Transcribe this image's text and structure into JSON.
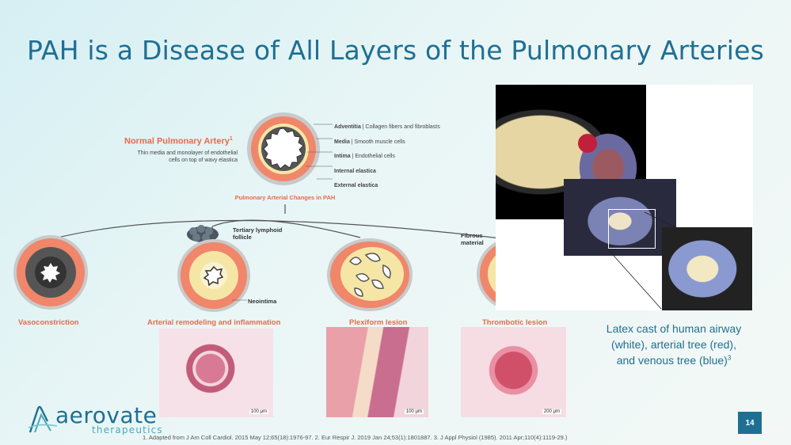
{
  "slide": {
    "title": "PAH is a Disease of All Layers of the Pulmonary Arteries",
    "page_number": "14",
    "footer": "1. Adapted from J Am Coll Cardiol. 2015 May 12;65(18):1976-97. 2. Eur Respir J. 2019 Jan 24;53(1):1801887. 3. J Appl Physiol (1985). 2011 Apr;110(4):1119-29.)"
  },
  "diagram": {
    "normal_title": "Normal Pulmonary Artery",
    "normal_title_sup": "1",
    "normal_desc_line1": "Thin media and monolayer of endothelial",
    "normal_desc_line2": "cells on top of wavy elastica",
    "layers": [
      {
        "name": "Adventitia",
        "desc": " | Collagen fibers and fibroblasts"
      },
      {
        "name": "Media",
        "desc": " | Smooth muscle cells"
      },
      {
        "name": "Intima",
        "desc": " | Endothelial cells"
      },
      {
        "name": "Internal elastica",
        "desc": ""
      },
      {
        "name": "External elastica",
        "desc": ""
      }
    ],
    "changes_title": "Pulmonary Arterial Changes in PAH",
    "tertiary_label_line1": "Tertiary lymphoid",
    "tertiary_label_line2": "follicle",
    "fibrous_label_line1": "Fibrous",
    "fibrous_label_line2": "material",
    "neointima_label": "Neointima",
    "changes": [
      {
        "label": "Vasoconstriction"
      },
      {
        "label": "Arterial remodeling and inflammation"
      },
      {
        "label": "Plexiform lesion"
      },
      {
        "label": "Thrombotic lesion"
      }
    ],
    "scale_bars": [
      "100 μm",
      "100 μm",
      "200 μm"
    ]
  },
  "image_caption": {
    "line1": "Latex cast of human airway",
    "line2": "(white), arterial tree (red),",
    "line3": "and venous tree (blue)",
    "sup": "3"
  },
  "logo": {
    "name": "aerovate",
    "sub": "therapeutics"
  },
  "colors": {
    "title": "#1f6f93",
    "orange": "#e86a4a",
    "adventitia": "#f08a6a",
    "media": "#f6e6a6",
    "teal_dark": "#1f6f93"
  }
}
